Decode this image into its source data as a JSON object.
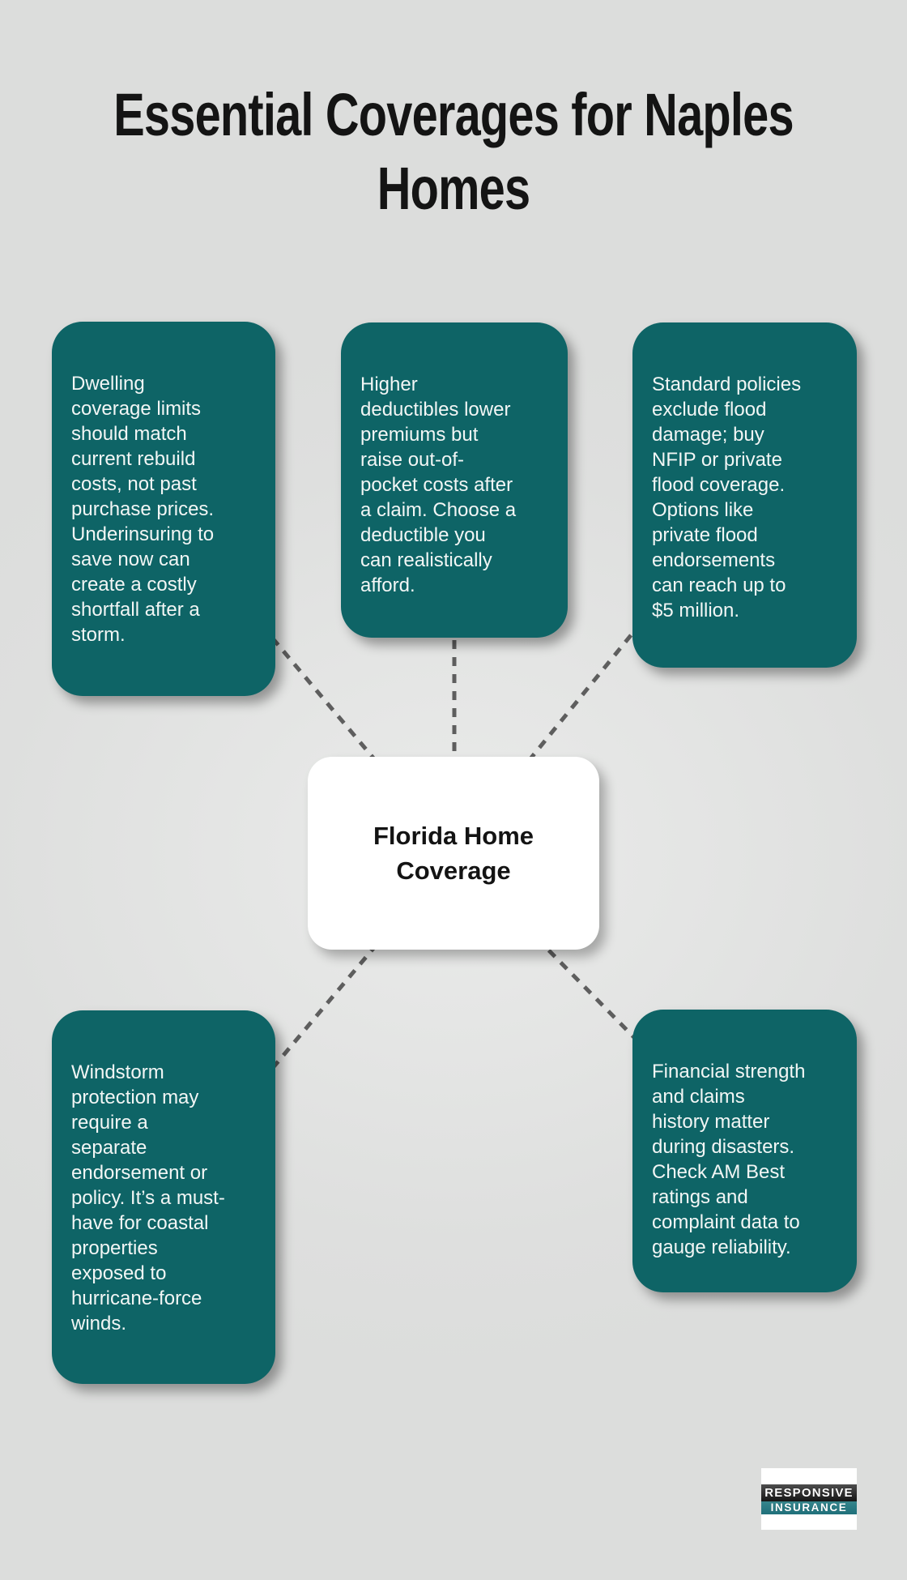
{
  "title": "Essential Coverages for Naples\nHomes",
  "center_node": {
    "label": "Florida Home\nCoverage"
  },
  "nodes": [
    {
      "id": "dwelling-coverage",
      "text": "Dwelling\ncoverage limits\nshould match\ncurrent rebuild\ncosts, not past\npurchase prices.\nUnderinsuring to\nsave now can\ncreate a costly\nshortfall after a\nstorm."
    },
    {
      "id": "deductibles",
      "text": "Higher\ndeductibles lower\npremiums but\nraise out-of-\npocket costs after\na claim. Choose a\ndeductible you\ncan realistically\nafford."
    },
    {
      "id": "flood-coverage",
      "text": "Standard policies\nexclude flood\ndamage; buy\nNFIP or private\nflood coverage.\nOptions like\nprivate flood\nendorsements\ncan reach up to\n$5 million."
    },
    {
      "id": "windstorm",
      "text": "Windstorm\nprotection may\nrequire a\nseparate\nendorsement or\npolicy. It’s a must-\nhave for coastal\nproperties\nexposed to\nhurricane-force\nwinds."
    },
    {
      "id": "financial-strength",
      "text": "Financial strength\nand claims\nhistory matter\nduring disasters.\nCheck AM Best\nratings and\ncomplaint data to\ngauge reliability."
    }
  ],
  "logo": {
    "line1": "RESPONSIVE",
    "line2": "INSURANCE"
  },
  "colors": {
    "background": "#DFE0DF",
    "node_teal": "#0E6466",
    "node_text": "#F2F6F5",
    "center_bg": "#FFFFFF",
    "title_text": "#141414",
    "connector": "#5E5E5E",
    "logo_bar_dark": "#2A2A2A",
    "logo_bar_teal": "#2B7E85"
  }
}
